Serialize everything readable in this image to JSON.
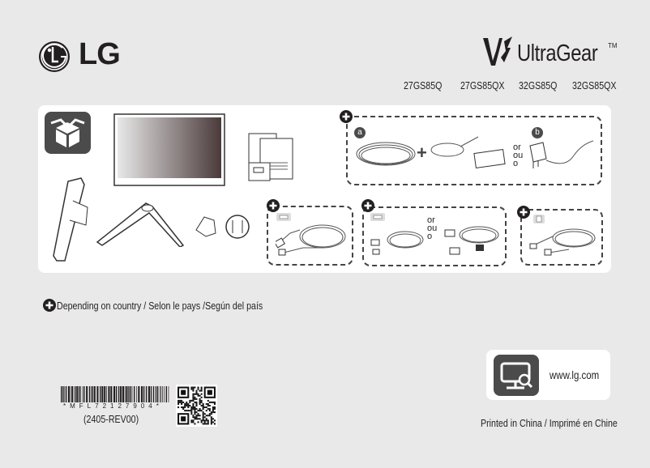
{
  "header": {
    "brand": "LG",
    "product_line": "UltraGear",
    "trademark": "TM",
    "models": [
      "27GS85Q",
      "27GS85QX",
      "32GS85Q",
      "32GS85QX"
    ]
  },
  "contents": {
    "power_option_a": "a",
    "power_option_b": "b",
    "or_text": [
      "or",
      "ou",
      "o"
    ]
  },
  "footer": {
    "country_note": "Depending on country / Selon le pays /Según del país",
    "barcode_number": "*MFL72127904*",
    "revision": "(2405-REV00)",
    "website": "www.lg.com",
    "printed": "Printed in China / Imprimé en Chine"
  },
  "colors": {
    "background": "#e9e9e9",
    "panel": "#ffffff",
    "ink": "#231f20",
    "icon_dark": "#4b4b4b"
  },
  "icons": [
    "lg-logo",
    "ultragear-logo",
    "plus-circle-icon",
    "box-icon",
    "web-monitor-search-icon",
    "qr-code"
  ]
}
